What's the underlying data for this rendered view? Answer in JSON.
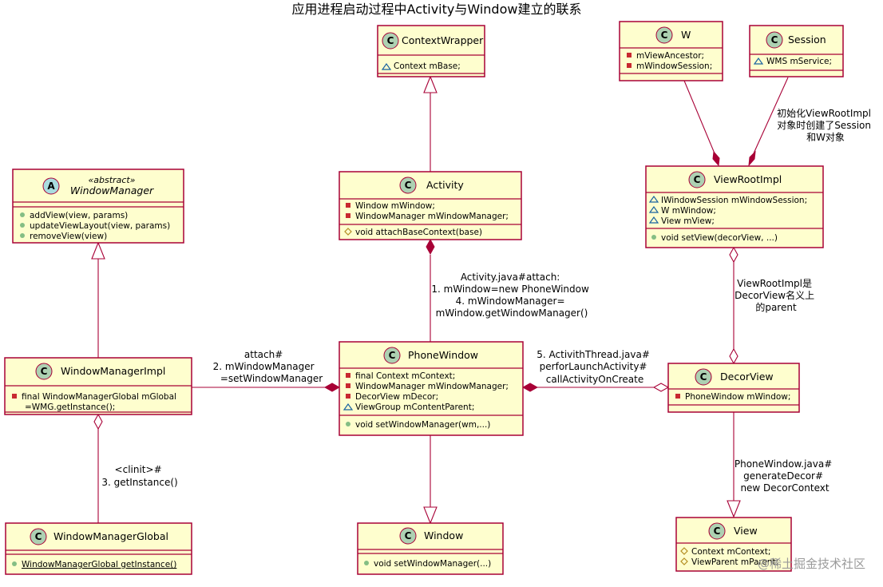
{
  "title": "应用进程启动过程中Activity与Window建立的联系",
  "colors": {
    "class_fill": "#FEFECE",
    "border": "#A80036",
    "class_badge": "#ADD1B2",
    "abstract_badge": "#A9DCDF",
    "field_private": "#C82930",
    "field_package": "#1963A0",
    "method_public": "#84BE84",
    "field_protected": "#B38D22"
  },
  "classes": {
    "context_wrapper": {
      "badge": "C",
      "name": "ContextWrapper",
      "fields": [
        "Context mBase;"
      ]
    },
    "activity": {
      "badge": "C",
      "name": "Activity",
      "fields": [
        "Window mWindow;",
        "WindowManager mWindowManager;"
      ],
      "methods": [
        "void attachBaseContext(base)"
      ]
    },
    "window_manager": {
      "badge": "A",
      "stereotype": "«abstract»",
      "name": "WindowManager",
      "methods": [
        "addView(view, params)",
        "updateViewLayout(view, params)",
        "removeView(view)"
      ]
    },
    "window_manager_impl": {
      "badge": "C",
      "name": "WindowManagerImpl",
      "fields": [
        "final WindowManagerGlobal mGlobal",
        "=WMG.getInstance();"
      ]
    },
    "window_manager_global": {
      "badge": "C",
      "name": "WindowManagerGlobal",
      "methods": [
        "WindowManagerGlobal getInstance()"
      ]
    },
    "phone_window": {
      "badge": "C",
      "name": "PhoneWindow",
      "fields": [
        "final Context mContext;",
        "WindowManager mWindowManager;",
        "DecorView mDecor;",
        "ViewGroup mContentParent;"
      ],
      "methods": [
        "void setWindowManager(wm,...)"
      ]
    },
    "window": {
      "badge": "C",
      "name": "Window",
      "methods": [
        "void setWindowManager(...)"
      ]
    },
    "w": {
      "badge": "C",
      "name": "W",
      "fields": [
        "mViewAncestor;",
        "mWindowSession;"
      ]
    },
    "session": {
      "badge": "C",
      "name": "Session",
      "fields": [
        "WMS mService;"
      ]
    },
    "view_root_impl": {
      "badge": "C",
      "name": "ViewRootImpl",
      "fields": [
        "IWindowSession mWindowSession;",
        "W mWindow;",
        "View mView;"
      ],
      "methods": [
        "void setView(decorView, ...)"
      ]
    },
    "decor_view": {
      "badge": "C",
      "name": "DecorView",
      "fields": [
        "PhoneWindow mWindow;"
      ]
    },
    "view": {
      "badge": "C",
      "name": "View",
      "fields": [
        "Context mContext;",
        "ViewParent mParent;"
      ]
    }
  },
  "labels": {
    "activity_attach": [
      "Activity.java#attach:",
      "1. mWindow=new PhoneWindow",
      "4. mWindowManager=",
      "mWindow.getWindowManager()"
    ],
    "attach_wm": [
      "attach#",
      "2. mWindowManager",
      "=setWindowManager"
    ],
    "clinit": [
      "<clinit>#",
      "3. getInstance()"
    ],
    "launch": [
      "5. ActivithThread.java#",
      "perforLaunchActivity#",
      "callActivityOnCreate"
    ],
    "viewroot_parent": [
      "ViewRootImpl是",
      "DecorView名义上",
      "的parent"
    ],
    "init_viewroot": [
      "初始化ViewRootImpl",
      "对象时创建了Session",
      "和W对象"
    ],
    "generate_decor": [
      "PhoneWindow.java#",
      "generateDecor#",
      "new DecorContext"
    ]
  },
  "watermark": "@稀土掘金技术社区"
}
